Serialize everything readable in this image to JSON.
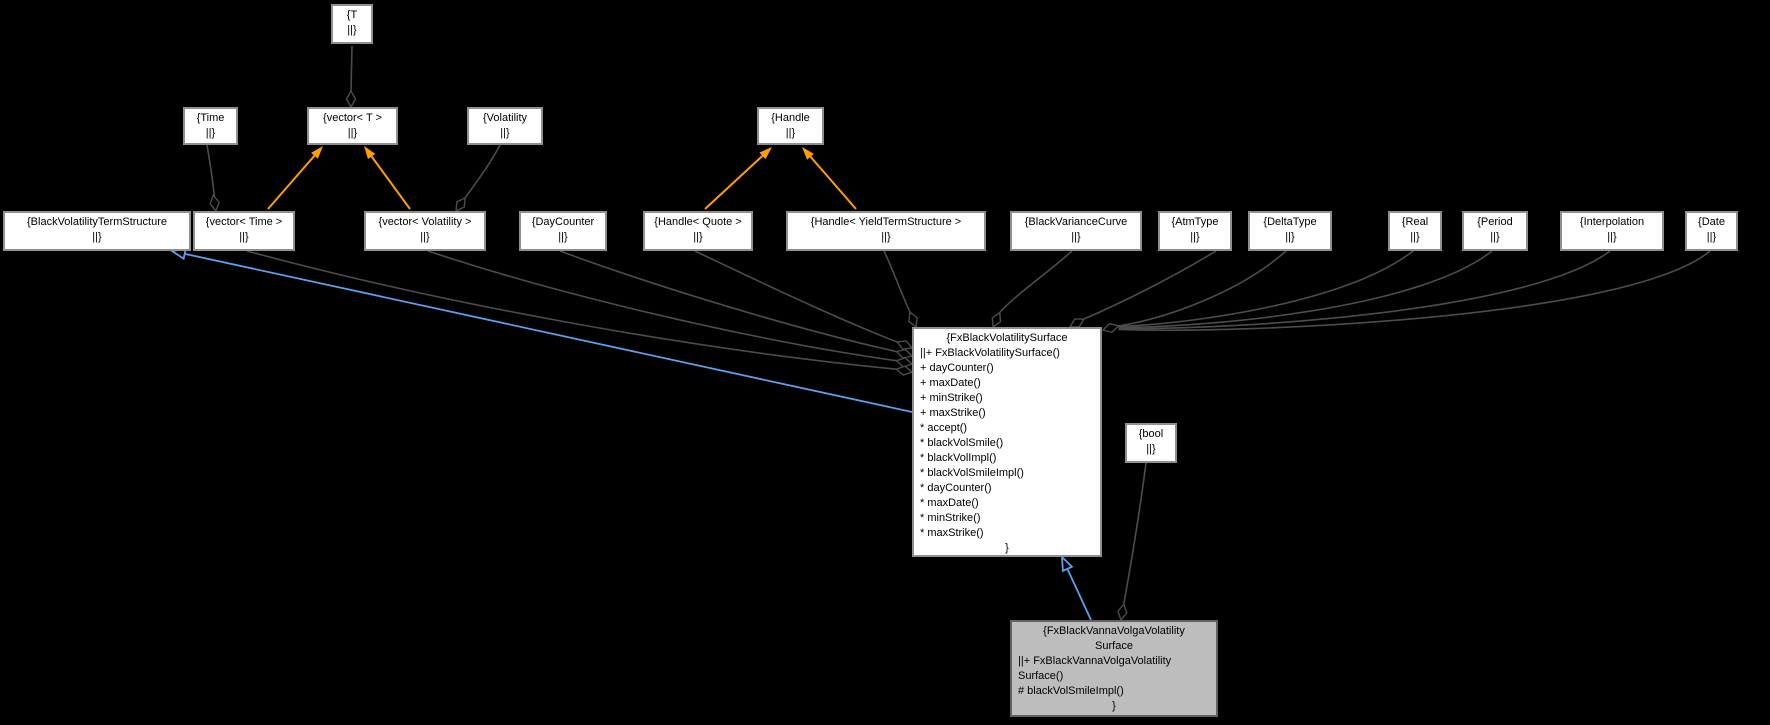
{
  "diagram": {
    "title": "FxBlackVolatilitySurface collaboration graph",
    "colors": {
      "background": "#000000",
      "node_fill": "#ffffff",
      "node_border": "#8f8f8f",
      "highlight_fill": "#bdbdbd",
      "highlight_border": "#616161",
      "aggregation_edge": "#4c4c4c",
      "template_edge": "#ffa000",
      "inheritance_edge": "#5aa0eb"
    },
    "nodes": {
      "t": [
        "{T",
        "||}"
      ],
      "time": [
        "{Time",
        "||}"
      ],
      "vector_t": [
        "{vector< T >",
        "||}"
      ],
      "volatility": [
        "{Volatility",
        "||}"
      ],
      "handle": [
        "{Handle",
        "||}"
      ],
      "black_volatility_term_structure": [
        "{BlackVolatilityTermStructure",
        "||}"
      ],
      "vector_time": [
        "{vector< Time >",
        "||}"
      ],
      "vector_volatility": [
        "{vector< Volatility >",
        "||}"
      ],
      "day_counter": [
        "{DayCounter",
        "||}"
      ],
      "handle_quote": [
        "{Handle< Quote >",
        "||}"
      ],
      "handle_yield_term_structure": [
        "{Handle< YieldTermStructure >",
        "||}"
      ],
      "black_variance_curve": [
        "{BlackVarianceCurve",
        "||}"
      ],
      "atm_type": [
        "{AtmType",
        "||}"
      ],
      "delta_type": [
        "{DeltaType",
        "||}"
      ],
      "real": [
        "{Real",
        "||}"
      ],
      "period": [
        "{Period",
        "||}"
      ],
      "interpolation": [
        "{Interpolation",
        "||}"
      ],
      "date": [
        "{Date",
        "||}"
      ],
      "bool": [
        "{bool",
        "||}"
      ],
      "fx_black_volatility_surface": {
        "lines": [
          "{FxBlackVolatilitySurface",
          "||+ FxBlackVolatilitySurface()",
          "+ dayCounter()",
          "+ maxDate()",
          "+ minStrike()",
          "+ maxStrike()",
          "* accept()",
          "* blackVolSmile()",
          "* blackVolImpl()",
          "* blackVolSmileImpl()",
          "* dayCounter()",
          "* maxDate()",
          "* minStrike()",
          "* maxStrike()",
          "}"
        ]
      },
      "fx_black_vanna_volga_volatility_surface": {
        "lines": [
          "{FxBlackVannaVolgaVolatility",
          "Surface",
          "||+ FxBlackVannaVolgaVolatility",
          "Surface()",
          "# blackVolSmileImpl()",
          "}"
        ]
      }
    }
  }
}
